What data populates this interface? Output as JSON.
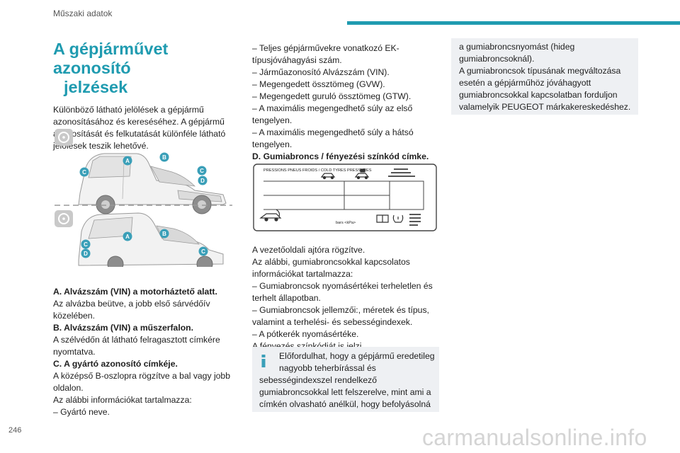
{
  "header": {
    "title": "Műszaki adatok"
  },
  "page_number": "246",
  "watermark": "carmanualsonline.info",
  "colors": {
    "accent": "#1f9bb0",
    "note_bg": "#eef0f3",
    "badge": "#3a9fb8"
  },
  "section": {
    "title_line1": "A gépjárművet azonosító",
    "title_line2": "jelzések",
    "intro": "Különböző látható jelölések a gépjármű azonosításához és kereséséhez. A gépjármű azonosítását és felkutatását különféle látható jelölések teszik lehetővé."
  },
  "figure_vans": {
    "badges": [
      "A",
      "B",
      "C",
      "D"
    ]
  },
  "col1_items": [
    {
      "bold": "A. Alvázszám (VIN) a motorháztető alatt.",
      "text": "Az alvázba beütve, a jobb első sárvédőív közelében."
    },
    {
      "bold": "B. Alvázszám (VIN) a műszerfalon.",
      "text": "A szélvédőn át látható felragasztott címkére nyomtatva."
    },
    {
      "bold": "C. A gyártó azonosító címkéje.",
      "text": "A középső B-oszlopra rögzítve a bal vagy jobb oldalon."
    }
  ],
  "col1_tail": [
    "Az alábbi információkat tartalmazza:",
    "– Gyártó neve."
  ],
  "col2_list": [
    "– Teljes gépjárművekre vonatkozó EK-típusjóváhagyási szám.",
    "– Járműazonosító Alvázszám (VIN).",
    "– Megengedett össztömeg (GVW).",
    "– Megengedett guruló össztömeg (GTW).",
    "– A maximális megengedhető súly az első tengelyen.",
    "– A maximális megengedhető súly a hátsó tengelyen."
  ],
  "col2_heading": "D. Gumiabroncs / fényezési színkód címke.",
  "tyre_label": {
    "title": "PRESSIONS PNEUS FROIDS / COLD TYRES PRESSURES",
    "units": "bars   <kPa>"
  },
  "col2_after": [
    "A vezetőoldali ajtóra rögzítve.",
    "Az alábbi, gumiabroncsokkal kapcsolatos információkat tartalmazza:",
    "– Gumiabroncsok nyomásértékei terheletlen és terhelt állapotban.",
    "– Gumiabroncsok jellemzői:, méretek és típus, valamint a terhelési- és sebességindexek.",
    "– A pótkerék nyomásértéke.",
    "A fényezés színkódját is jelzi."
  ],
  "note1": {
    "first": "Előfordulhat, hogy a gépjármű eredetileg",
    "second": "nagyobb teherbírással és",
    "rest": "sebességindexszel rendelkező gumiabroncsokkal lett felszerelve, mint ami a címkén olvasható anélkül, hogy befolyásolná"
  },
  "note2": {
    "text1": "a gumiabroncsnyomást (hideg gumiabroncsoknál).",
    "text2": "A gumiabroncsok típusának megváltozása esetén a gépjárműhöz jóváhagyott gumiabroncsokkal kapcsolatban forduljon valamelyik PEUGEOT márkakereskedéshez."
  }
}
